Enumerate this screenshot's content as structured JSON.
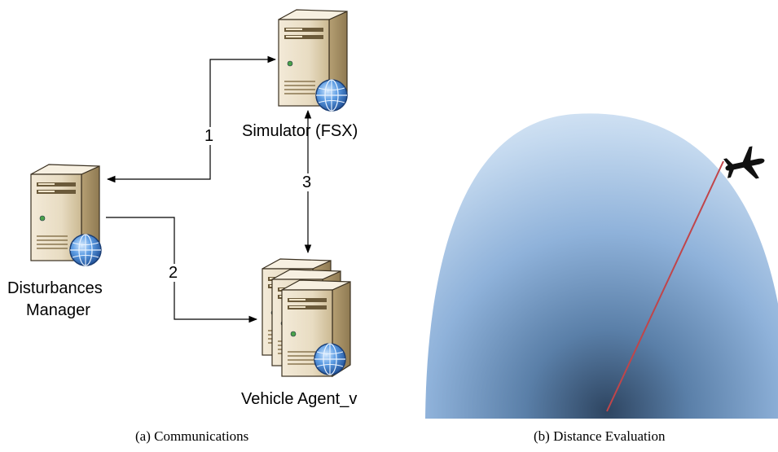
{
  "nodes": {
    "simulator": "Simulator (FSX)",
    "manager_line1": "Disturbances",
    "manager_line2": "Manager",
    "vehicle": "Vehicle Agent_v"
  },
  "edges": {
    "link1": "1",
    "link2": "2",
    "link3": "3"
  },
  "captions": {
    "left": "(a)  Communications",
    "right": "(b)  Distance Evaluation"
  },
  "colors": {
    "server_body": "#e8dcc2",
    "globe": "#3f7fd0",
    "gradient_dark": "#2e4561",
    "gradient_light": "#dce9f6",
    "distance_line": "#c0454a"
  },
  "icons": [
    "server-icon",
    "globe-icon",
    "airplane-icon"
  ]
}
